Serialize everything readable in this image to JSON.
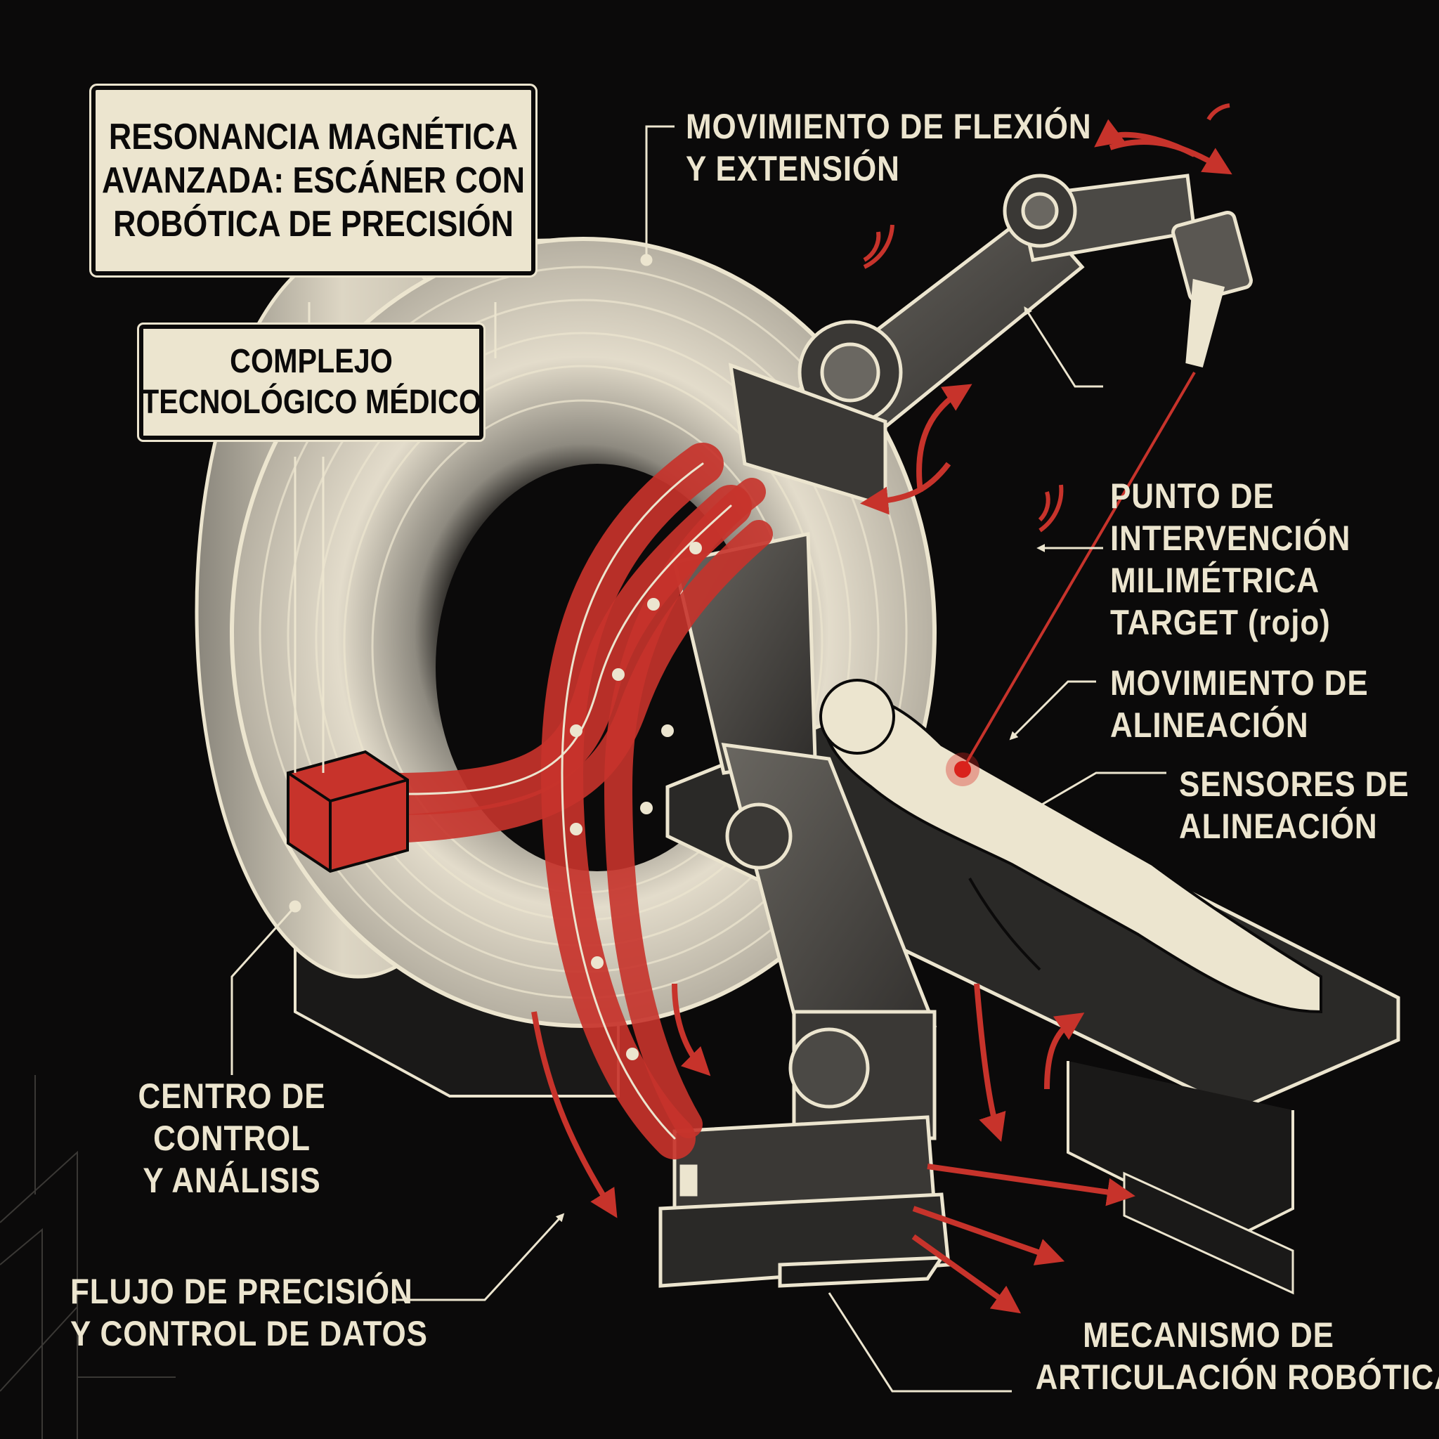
{
  "title_sign": {
    "lines": [
      "RESONANCIA MAGNÉTICA",
      "AVANZADA: ESCÁNER CON",
      "ROBÓTICA DE PRECISIÓN"
    ]
  },
  "subtitle_sign": {
    "lines": [
      "COMPLEJO",
      "TECNOLÓGICO MÉDICO"
    ]
  },
  "labels": {
    "flexion": [
      "MOVIMIENTO DE FLEXIÓN",
      "Y EXTENSIÓN"
    ],
    "intervention": [
      "PUNTO DE",
      "INTERVENCIÓN",
      "MILIMÉTRICA",
      "TARGET (rojo)"
    ],
    "alignment_move": [
      "MOVIMIENTO DE",
      "ALINEACIÓN"
    ],
    "sensors": [
      "SENSORES DE",
      "ALINEACIÓN"
    ],
    "control_center": [
      "CENTRO DE",
      "CONTROL",
      "Y ANÁLISIS"
    ],
    "data_flow": [
      "FLUJO DE PRECISIÓN",
      "Y CONTROL DE DATOS"
    ],
    "articulation": [
      "MECANISMO DE",
      "ARTICULACIÓN ROBÓTICA"
    ]
  },
  "colors": {
    "background": "#0b0a0a",
    "cream": "#ece5cf",
    "accent_red": "#c7332b",
    "metal_dark": "#3a3835",
    "metal_mid": "#5a5752"
  }
}
